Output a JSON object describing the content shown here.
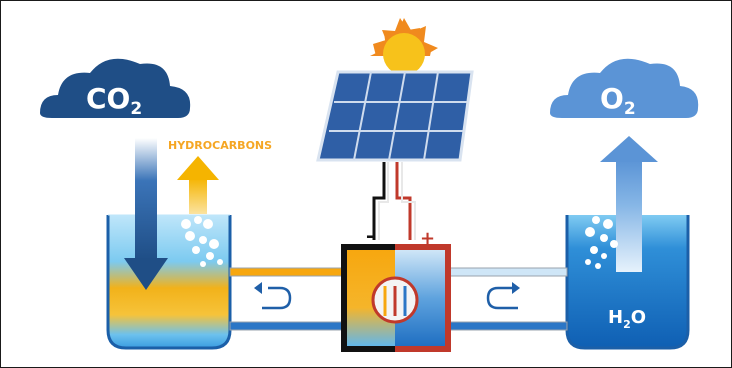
{
  "labels": {
    "co2_main": "CO",
    "co2_sub": "2",
    "o2_main": "O",
    "o2_sub": "2",
    "hydrocarbons": "HYDROCARBONS",
    "h2o_main": "H",
    "h2o_sub": "2",
    "h2o_end": "O",
    "minus": "-",
    "plus": "+"
  },
  "colors": {
    "co2_cloud": "#1f4e86",
    "o2_cloud": "#5b94d6",
    "hydrocarbon_arrow": "#f5b400",
    "hydrocarbons_text": "#f5a623",
    "solar_panel": "#2f5fa6",
    "sun": "#f7c21b",
    "sun_rays": "#f08a1e",
    "water_light": "#8fd3f5",
    "water_dark": "#1565b8",
    "cell_orange": "#f7a70f",
    "cell_blue": "#2b76c6",
    "wire_negative": "#111111",
    "wire_positive": "#c0392b"
  },
  "icons": [
    "sun-icon",
    "solar-panel-icon",
    "co2-cloud-icon",
    "o2-cloud-icon",
    "curved-arrow-left-icon",
    "curved-arrow-right-icon"
  ]
}
